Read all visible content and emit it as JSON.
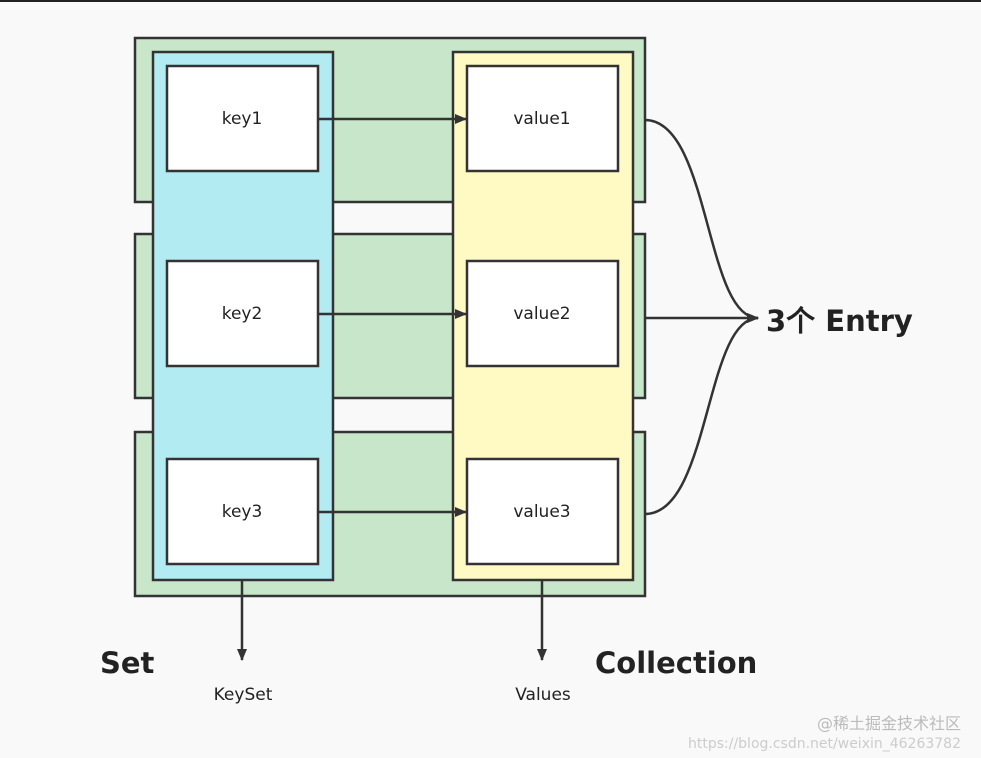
{
  "diagram": {
    "keys": [
      "key1",
      "key2",
      "key3"
    ],
    "values": [
      "value1",
      "value2",
      "value3"
    ],
    "entry_label": "3个 Entry",
    "set_label": "Set",
    "keyset_label": "KeySet",
    "collection_label": "Collection",
    "values_label": "Values"
  },
  "colors": {
    "entry_fill": "#c8e6c9",
    "keyset_fill": "#b2ebf2",
    "values_fill": "#fff9c4",
    "stroke": "#333333"
  },
  "watermark": {
    "brand": "@稀土掘金技术社区",
    "url": "https://blog.csdn.net/weixin_46263782"
  }
}
